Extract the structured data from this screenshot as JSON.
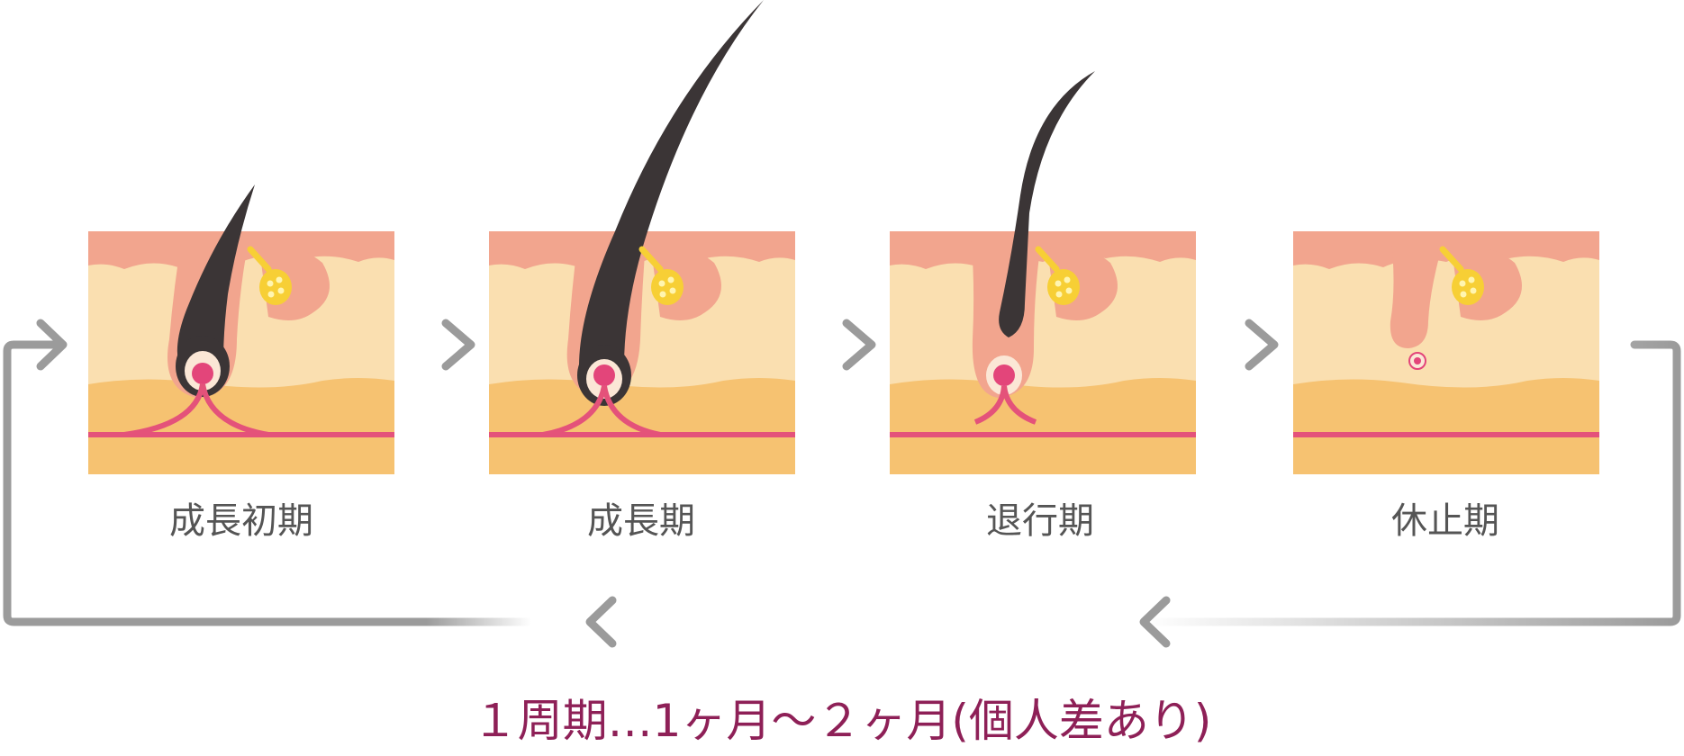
{
  "stages": [
    {
      "label": "成長初期"
    },
    {
      "label": "成長期"
    },
    {
      "label": "退行期"
    },
    {
      "label": "休止期"
    }
  ],
  "cycle_note": "１周期…1ヶ月〜２ヶ月(個人差あり)",
  "colors": {
    "skin_top": "#f2a58e",
    "skin_mid": "#fadfb0",
    "fat_layer": "#f6c271",
    "blood_line": "#e4527a",
    "hair": "#3b3536",
    "papilla": "#e3457a",
    "bulb_ring": "#fbe7d6",
    "sebaceous": "#f7cf35",
    "arrow": "#9b9b9b",
    "note_text": "#8e2057"
  }
}
